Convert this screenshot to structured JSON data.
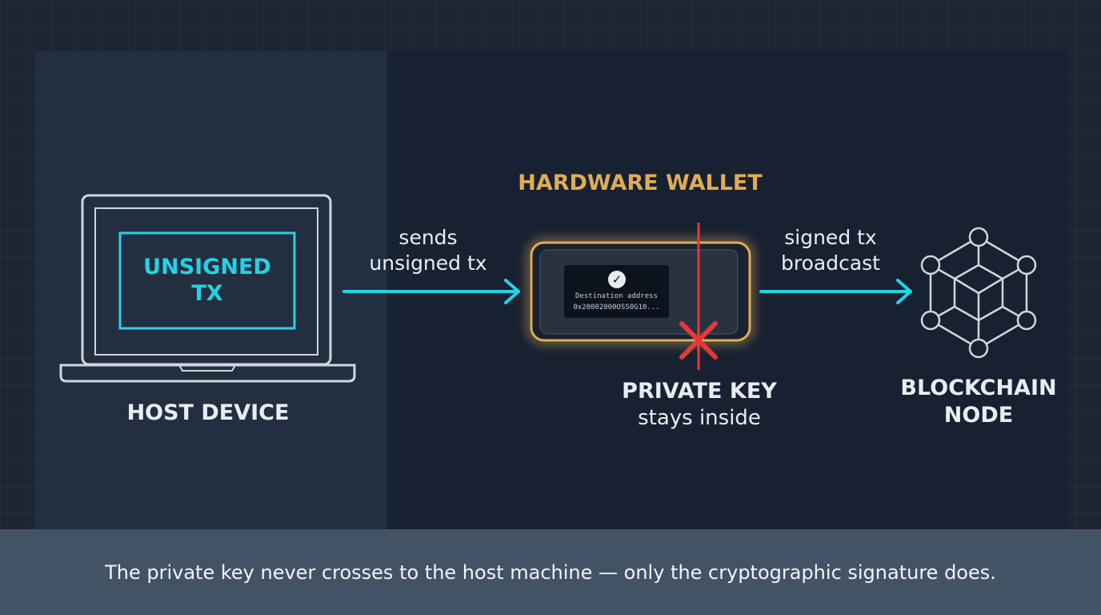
{
  "host": {
    "tx_label": "UNSIGNED\nTX",
    "device_label": "HOST DEVICE"
  },
  "arrow_send_label": [
    "sends",
    "unsigned tx"
  ],
  "wallet": {
    "title": "HARDWARE WALLET",
    "screen_line1": "Destination address",
    "screen_line2": "0x20002000OSS0G10...",
    "key_title": "PRIVATE KEY",
    "key_subtitle": "stays inside"
  },
  "arrow_broadcast_label": [
    "signed tx",
    "broadcast"
  ],
  "node": {
    "label": [
      "BLOCKCHAIN",
      "NODE"
    ]
  },
  "footer": {
    "caption": "The private key never crosses to the host machine — only the cryptographic signature does."
  },
  "colors": {
    "cyan_accent": "#22d3e6",
    "gold_accent": "#e0ac55",
    "red_cross": "#e53935",
    "outline_light": "#cfd6de"
  }
}
